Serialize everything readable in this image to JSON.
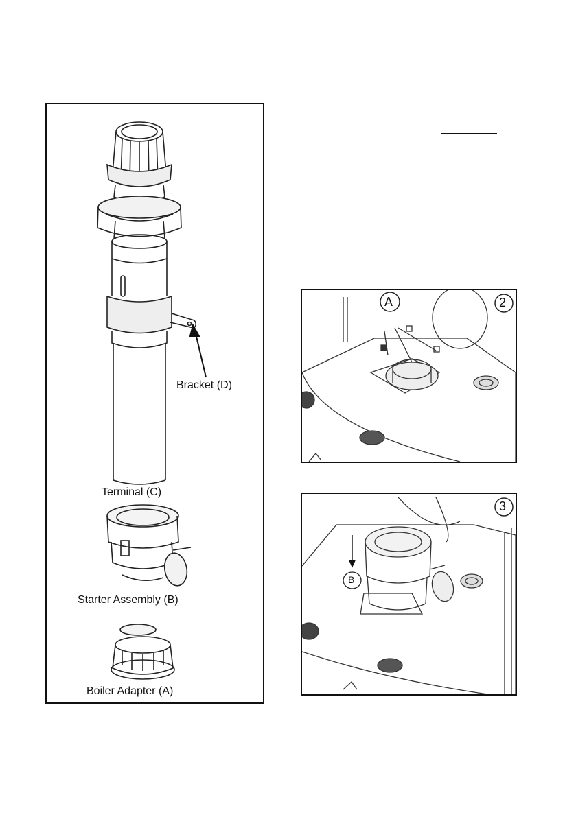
{
  "labels": {
    "bracket": "Bracket (D)",
    "terminal": "Terminal (C)",
    "starter": "Starter Assembly (B)",
    "adapter": "Boiler Adapter (A)"
  },
  "step_panels": {
    "step2": {
      "number": "2",
      "callout": "A"
    },
    "step3": {
      "number": "3",
      "callout": "B"
    }
  }
}
